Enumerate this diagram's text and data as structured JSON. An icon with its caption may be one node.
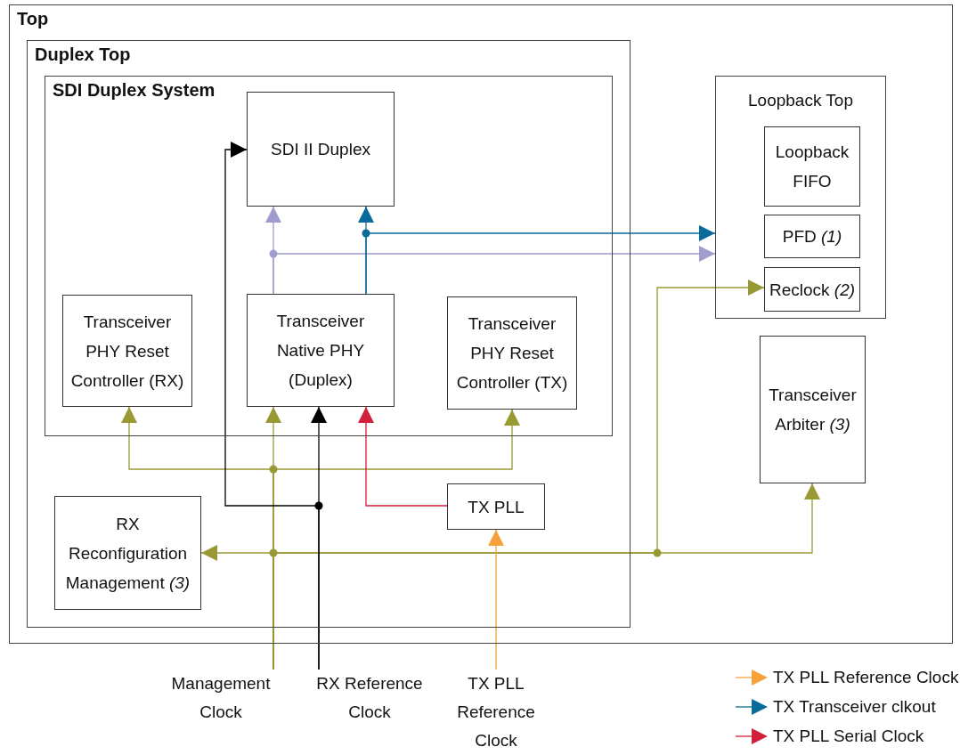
{
  "diagram": {
    "nodes": [
      {
        "text": [
          "Top"
        ]
      },
      {
        "text": [
          "Duplex Top"
        ],
        "in": 0
      },
      {
        "text": [
          "SDI Duplex System"
        ],
        "in": 1
      },
      {
        "text": [
          "SDI II Duplex"
        ],
        "in": 2
      },
      {
        "text": [
          "Transceiver PHY Reset Controller (RX)"
        ],
        "in": 2
      },
      {
        "text": [
          "Transceiver Native PHY (Duplex)"
        ],
        "in": 2
      },
      {
        "text": [
          "Transceiver PHY Reset Controller (TX)"
        ],
        "in": 2
      },
      {
        "text": [
          "TX PLL"
        ],
        "in": 1
      },
      {
        "text": [
          "RX Reconfiguration Management *(3)*"
        ],
        "in": 1
      },
      {
        "text": [
          "Loopback Top"
        ],
        "in": 0
      },
      {
        "text": [
          "Loopback FIFO"
        ],
        "in": 9
      },
      {
        "text": [
          "PFD *(1)*"
        ],
        "in": 9
      },
      {
        "text": [
          "Reclock *(2)*"
        ],
        "in": 9
      },
      {
        "text": [
          "Transceiver Arbiter *(3)*"
        ],
        "in": 0
      },
      {
        "text": [
          "Management Clock"
        ]
      },
      {
        "text": [
          "RX Reference Clock"
        ]
      },
      {
        "text": [
          "TX PLL Reference Clock"
        ]
      }
    ],
    "edges": [
      {
        "from": 14,
        "to": 5,
        "arrow": "to"
      },
      {
        "from": 14,
        "to": 4,
        "arrow": "to"
      },
      {
        "from": 14,
        "to": 6,
        "arrow": "to"
      },
      {
        "from": 14,
        "to": 8,
        "arrow": "to"
      },
      {
        "from": 14,
        "to": 12,
        "arrow": "to"
      },
      {
        "from": 14,
        "to": 13,
        "arrow": "to"
      },
      {
        "from": 15,
        "to": 5,
        "arrow": "to",
        "color": "#000000"
      },
      {
        "from": 15,
        "to": 3,
        "arrow": "to",
        "color": "#000000"
      },
      {
        "from": 16,
        "to": 7,
        "arrow": "to",
        "color": "#f7a13a"
      },
      {
        "from": 7,
        "to": 5,
        "arrow": "to",
        "color": "#d0203a"
      },
      {
        "from": 5,
        "to": 3,
        "arrow": "to",
        "color": "#a09ccf"
      },
      {
        "from": 5,
        "to": 9,
        "arrow": "to",
        "color": "#a09ccf"
      },
      {
        "from": 5,
        "to": 3,
        "arrow": "to",
        "color": "#0a6a9a"
      },
      {
        "from": 5,
        "to": 9,
        "arrow": "to",
        "color": "#0a6a9a"
      }
    ],
    "legend": [
      {
        "text": "TX PLL Reference Clock",
        "color": "#f7a13a"
      },
      {
        "text": "TX Transceiver clkout",
        "color": "#0a6a9a"
      },
      {
        "text": "TX PLL Serial Clock",
        "color": "#d0203a"
      }
    ]
  }
}
